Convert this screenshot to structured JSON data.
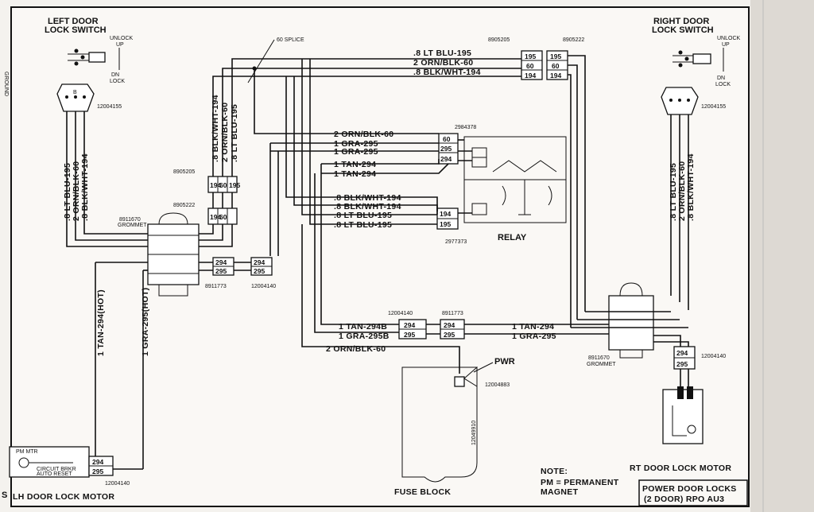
{
  "titles": {
    "left_switch": [
      "LEFT DOOR",
      "LOCK SWITCH"
    ],
    "right_switch": [
      "RIGHT DOOR",
      "LOCK SWITCH"
    ],
    "relay": "RELAY",
    "fuse_block": "FUSE BLOCK",
    "pwr": "PWR",
    "lh_motor": "LH DOOR LOCK MOTOR",
    "rt_motor": "RT DOOR LOCK MOTOR",
    "splice": "60 SPLICE",
    "note": [
      "NOTE:",
      "PM = PERMANENT",
      "MAGNET"
    ],
    "title_block": [
      "POWER DOOR LOCKS",
      "(2 DOOR) RPO AU3"
    ]
  },
  "switch_text": {
    "unlock": "UNLOCK",
    "up": "UP",
    "dn": "DN",
    "lock": "LOCK"
  },
  "part_numbers": {
    "left_switch": "12004155",
    "right_switch": "12004155",
    "top_left_conn": "8905205",
    "top_right_conn": "8905222",
    "mid_left_conn": "8905205",
    "mid_left_conn2": "8905222",
    "relay_top": "2984378",
    "relay_bottom": "2977373",
    "grommet_left": "8911670",
    "grommet_right": "8911670",
    "grommet_word": "GROMMET",
    "left_lower_conn_a": "8911773",
    "left_lower_conn_b": "12004140",
    "center_conn_a": "12004140",
    "center_conn_b": "8911773",
    "pwr_conn": "12004883",
    "fuse_vertical": "12049910",
    "rt_motor_conn": "12004140",
    "lh_motor_conn": "12004140"
  },
  "wires": {
    "top": [
      ".8 LT BLU-195",
      "2 ORN/BLK-60",
      ".8 BLK/WHT-194"
    ],
    "relay_left": [
      "2 ORN/BLK-60",
      "1 GRA-295",
      "1 GRA-295",
      "1 TAN-294",
      "1 TAN-294",
      ".8 BLK/WHT-194",
      ".8 BLK/WHT-194",
      ".8 LT BLU-195",
      ".8 LT BLU-195"
    ],
    "left_vertical_top": [
      ".8 BLK/WHT-194",
      "2 ORN/BLK-60",
      ".8 LT BLU-195"
    ],
    "left_vertical": [
      ".8 LT BLU-195",
      "2 ORN/BLK-60",
      ".8 BLK/WHT-194"
    ],
    "right_vertical": [
      ".8 LT BLU-195",
      "2 ORN/BLK-60",
      ".8 BLK/WHT-194"
    ],
    "hot": [
      "1 TAN-294(HOT)",
      "1 GRA-295(HOT)"
    ],
    "center_left": [
      "1 TAN-294B",
      "1 GRA-295B",
      "2 ORN/BLK-60"
    ],
    "center_right": [
      "1 TAN-294",
      "1 GRA-295"
    ]
  },
  "connector_pins": {
    "top_left": [
      "195",
      "60",
      "194"
    ],
    "top_right": [
      "195",
      "60",
      "194"
    ],
    "relay_top": [
      "60",
      "295",
      "294"
    ],
    "relay_bottom": [
      "194",
      "195"
    ],
    "mid_left": [
      "194",
      "60",
      "195"
    ],
    "mid_left2": [
      "194",
      "60"
    ],
    "lower_left_a": [
      "294",
      "295"
    ],
    "lower_left_b": [
      "294",
      "295"
    ],
    "center_a": [
      "294",
      "295"
    ],
    "center_b": [
      "294",
      "295"
    ],
    "lh_motor": [
      "294",
      "295"
    ],
    "rt_motor": [
      "294",
      "295"
    ]
  },
  "motor_small_text": [
    "PM MTR",
    "CIRCUIT BRKR",
    "AUTO RESET"
  ],
  "side_label": "GROUND",
  "page_letter": "S"
}
